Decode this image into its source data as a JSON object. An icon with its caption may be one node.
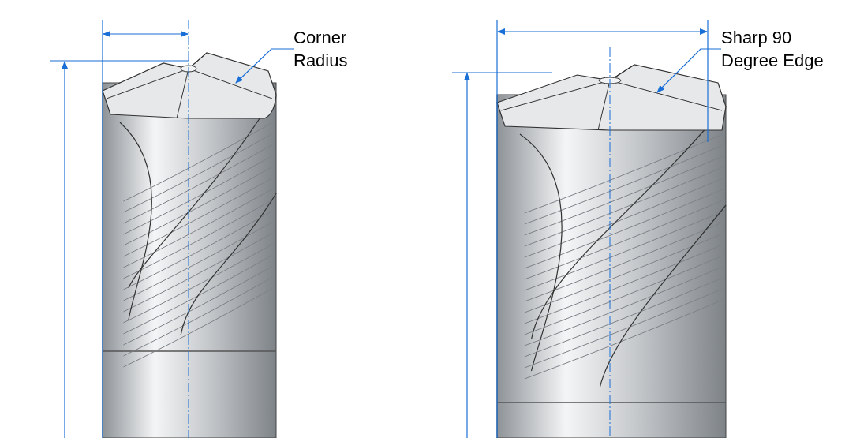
{
  "diagram": {
    "nodes": [
      {
        "text": [
          "Corner Radius"
        ]
      },
      {
        "text": [
          "Sharp 90 Degree Edge"
        ]
      }
    ],
    "edges": [
      {
        "from": 0,
        "to": null,
        "arrow": "to"
      },
      {
        "from": 1,
        "to": null,
        "arrow": "to"
      }
    ]
  }
}
